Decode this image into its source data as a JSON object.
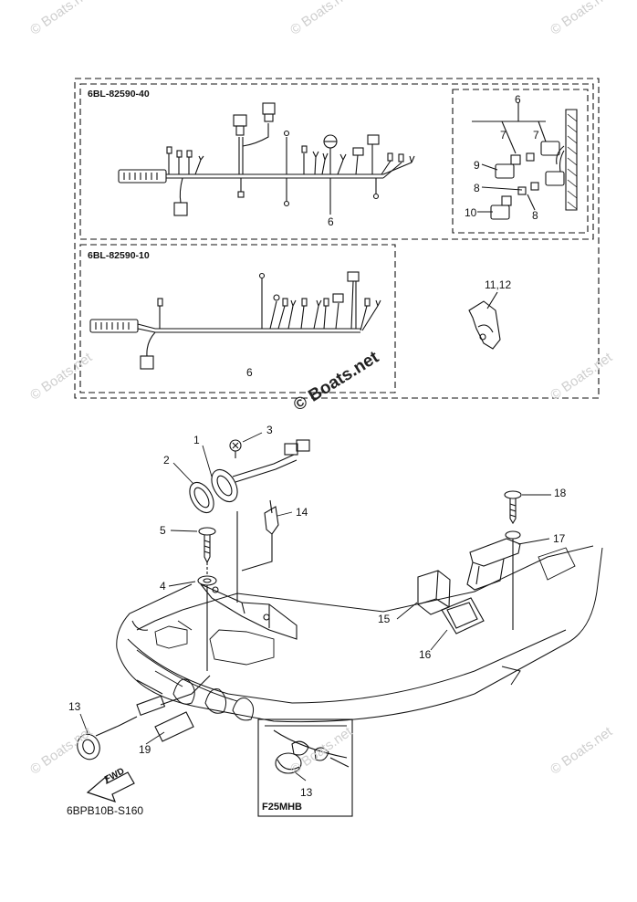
{
  "watermark": {
    "text": "© Boats.net"
  },
  "kit_upper": {
    "code": "6BL-82590-40"
  },
  "kit_lower": {
    "code": "6BL-82590-10"
  },
  "variant_box": {
    "label": "F25MHB"
  },
  "fwd_arrow": {
    "label": "FWD"
  },
  "diagram_id": "6BPB10B-S160",
  "callouts": {
    "c1": "1",
    "c2": "2",
    "c3": "3",
    "c4": "4",
    "c5": "5",
    "c6_upper": "6",
    "c6_detail": "6",
    "c6_lower": "6",
    "c7a": "7",
    "c7b": "7",
    "c8a": "8",
    "c8b": "8",
    "c9": "9",
    "c10": "10",
    "c11_12": "11,12",
    "c13": "13",
    "c13_inset": "13",
    "c14": "14",
    "c15": "15",
    "c16": "16",
    "c17": "17",
    "c18": "18",
    "c19": "19"
  },
  "colors": {
    "line": "#111111",
    "watermark": "#cfcfcf",
    "background": "#ffffff"
  }
}
